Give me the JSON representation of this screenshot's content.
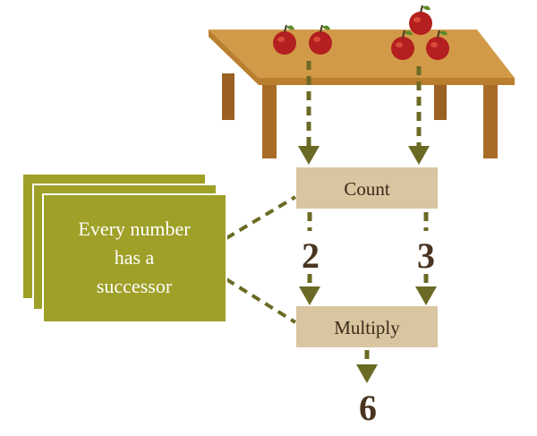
{
  "diagram": {
    "card_text_lines": [
      "Every number",
      "has a",
      "successor"
    ],
    "count_label": "Count",
    "multiply_label": "Multiply",
    "left_count": "2",
    "right_count": "3",
    "result": "6"
  },
  "colors": {
    "table_top": "#d29a48",
    "table_edge": "#b97f2e",
    "table_leg": "#a86c28",
    "apple": "#b41f1f",
    "arrow": "#6b6a24",
    "box_fill": "#d9c6a0",
    "card_fill": "#9fa028",
    "card_border": "#ffffff"
  },
  "icons": {
    "table": "table-icon",
    "apple": "apple-icon"
  }
}
